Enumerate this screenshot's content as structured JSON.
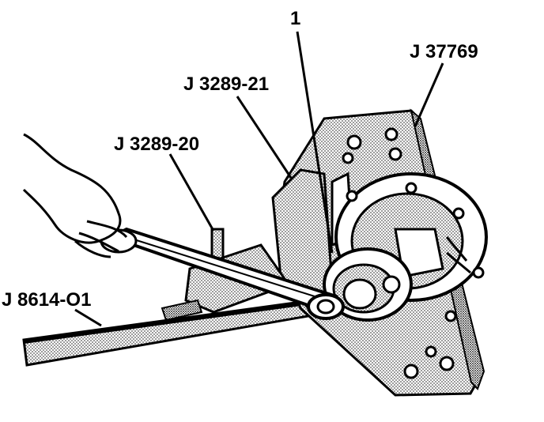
{
  "callouts": {
    "item_1": "1",
    "holding_fixture": "J 37769",
    "adapter_21": "J 3289-21",
    "stand_20": "J 3289-20",
    "flange_holder": "J 8614-O1"
  },
  "colors": {
    "ink": "#000000",
    "paper": "#ffffff",
    "stipple": "#9a9a9a"
  }
}
